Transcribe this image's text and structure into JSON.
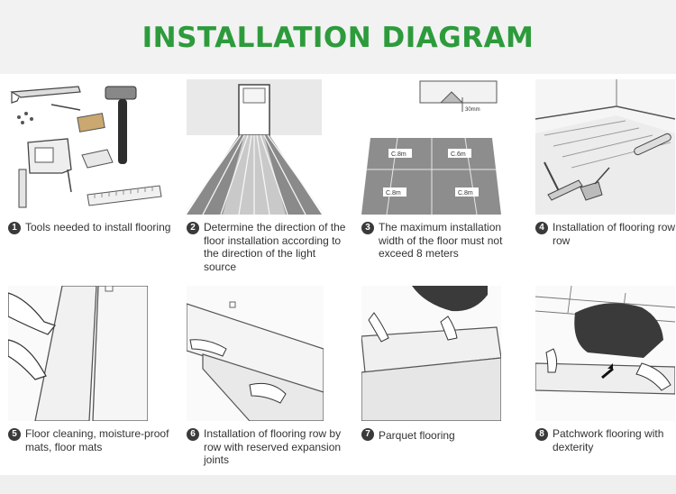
{
  "title": "INSTALLATION DIAGRAM",
  "steps": [
    {
      "num": "1",
      "text": "Tools needed to install flooring",
      "illustration": "tools-icon"
    },
    {
      "num": "2",
      "text": "Determine the direction of the floor installation according to the direction of the light source",
      "illustration": "light-direction-icon"
    },
    {
      "num": "3",
      "text": "The maximum installation width of the floor must not exceed 8 meters",
      "illustration": "width-limit-icon"
    },
    {
      "num": "4",
      "text": "Installation of flooring row by row",
      "illustration": "row-installation-icon"
    },
    {
      "num": "5",
      "text": "Floor cleaning, moisture-proof mats, floor mats",
      "illustration": "floor-mats-icon"
    },
    {
      "num": "6",
      "text": "Installation of flooring row by row with reserved expansion joints",
      "illustration": "expansion-joints-icon"
    },
    {
      "num": "7",
      "text": "Parquet flooring",
      "illustration": "parquet-icon"
    },
    {
      "num": "8",
      "text": "Patchwork flooring with dexterity",
      "illustration": "patchwork-icon"
    }
  ],
  "labels": {
    "gap": "30mm",
    "width_marks": [
      "C.8m",
      "C.6m",
      "C.8m",
      "C.8m"
    ]
  },
  "colors": {
    "title": "#2d9b3c",
    "line": "#555555",
    "badge": "#3a3a3a"
  }
}
